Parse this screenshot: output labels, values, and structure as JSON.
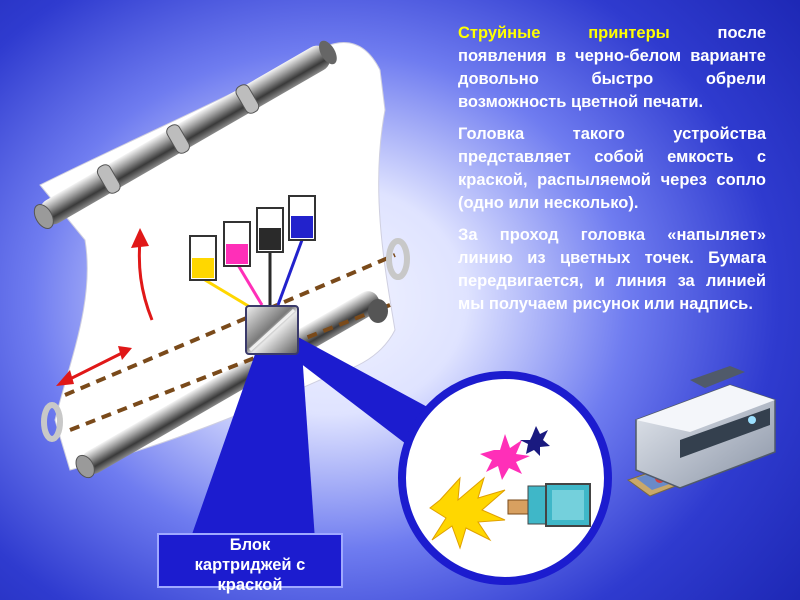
{
  "text": {
    "p1_highlight": "Струйные принтеры",
    "p1_rest": " после появления в черно-белом варианте довольно быстро обрели возможность цветной печати.",
    "p2": "Головка такого устройства представляет собой емкость с краской, распыляемой через сопло (одно или несколько).",
    "p3": "За проход головка «напыляет» линию из цветных точек. Бумага передвигается, и линия за линией мы получаем рисунок или надпись."
  },
  "caption": {
    "line1": "Блок",
    "line2": "картриджей с",
    "line3": "краской"
  },
  "colors": {
    "highlight": "#ffff00",
    "body_text": "#ffffff",
    "caption_bg": "#1c1ccf",
    "ink_yellow": "#ffd700",
    "ink_magenta": "#ff2fb8",
    "ink_black": "#2a2a2a",
    "ink_blue": "#2222cc",
    "arrow_red": "#e01818",
    "dashed_brown": "#7a4a1a"
  },
  "icons": {
    "paper": "paper-roll-icon",
    "printer": "inkjet-printer-icon",
    "head": "print-head-icon",
    "zoom": "zoom-circle-icon"
  }
}
